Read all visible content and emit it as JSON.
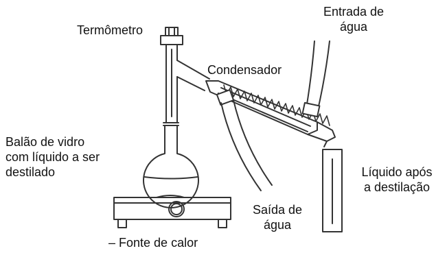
{
  "labels": {
    "termometro": "Termômetro",
    "entrada_line1": "Entrada de",
    "entrada_line2": "água",
    "condensador": "Condensador",
    "balao_line1": "Balão de vidro",
    "balao_line2": "com líquido a ser",
    "balao_line3": "destilado",
    "liquido_line1": "Líquido após",
    "liquido_line2": "a destilação",
    "saida_line1": "Saída de",
    "saida_line2": "água",
    "fonte": "– Fonte de calor"
  },
  "colors": {
    "stroke": "#333333",
    "background": "#ffffff"
  }
}
